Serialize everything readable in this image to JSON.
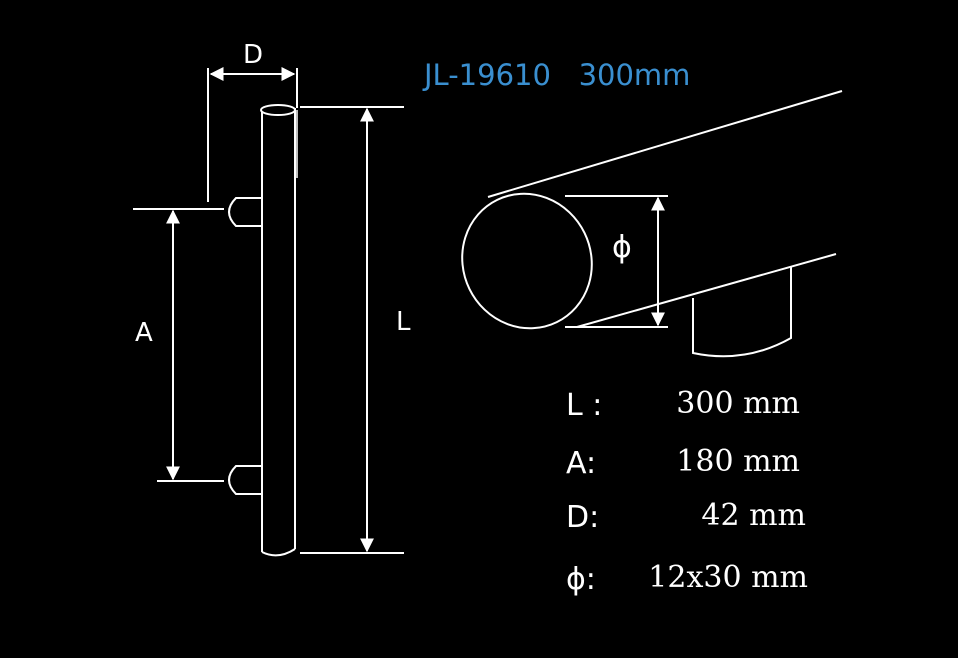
{
  "title": "JL-19610   300mm",
  "colors": {
    "background": "#000000",
    "lines": "#ffffff",
    "title": "#3a8fd0"
  },
  "dimension_labels": {
    "d": "D",
    "a": "A",
    "l": "L",
    "phi": "ϕ"
  },
  "specs": [
    {
      "key": "L :",
      "value": "300 mm"
    },
    {
      "key": "A:",
      "value": "180 mm"
    },
    {
      "key": "D:",
      "value": "42 mm"
    },
    {
      "key": "ϕ:",
      "value": "12x30 mm"
    }
  ]
}
